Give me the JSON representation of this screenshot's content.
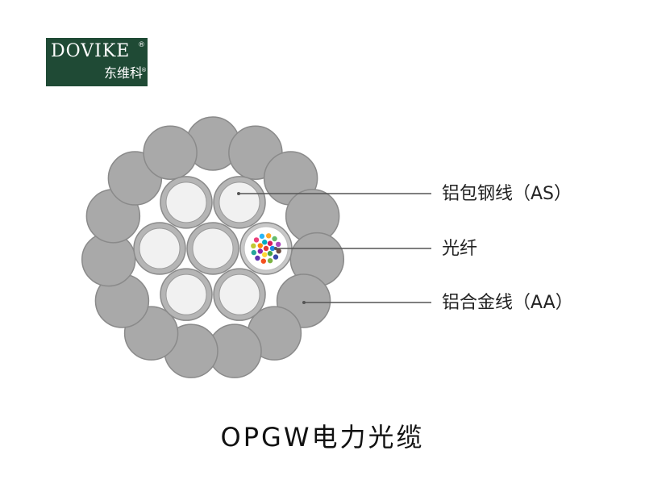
{
  "logo": {
    "brand_en": "DOVIKE",
    "brand_cn": "东维科",
    "registered_mark": "®"
  },
  "labels": {
    "aluminum_clad_steel": "铝包钢线（AS）",
    "optical_fiber": "光纤",
    "aluminum_alloy": "铝合金线（AA）"
  },
  "title": "OPGW电力光缆",
  "colors": {
    "outer_strand": "#a9a9a9",
    "strand_stroke": "#8a8a8a",
    "inner_wire": "#f1f1f1",
    "leader_line": "#555555",
    "logo_bg": "#1f4a35"
  },
  "fiber_colors": [
    "#e53935",
    "#1e88e5",
    "#43a047",
    "#fdd835",
    "#8e24aa",
    "#fb8c00",
    "#00acc1",
    "#d81b60",
    "#6d4c41",
    "#3949ab",
    "#7cb342",
    "#f4511e",
    "#5e35b1",
    "#26a69a",
    "#c0ca33",
    "#ec407a",
    "#29b6f6",
    "#ffa726",
    "#66bb6a",
    "#ab47bc"
  ]
}
